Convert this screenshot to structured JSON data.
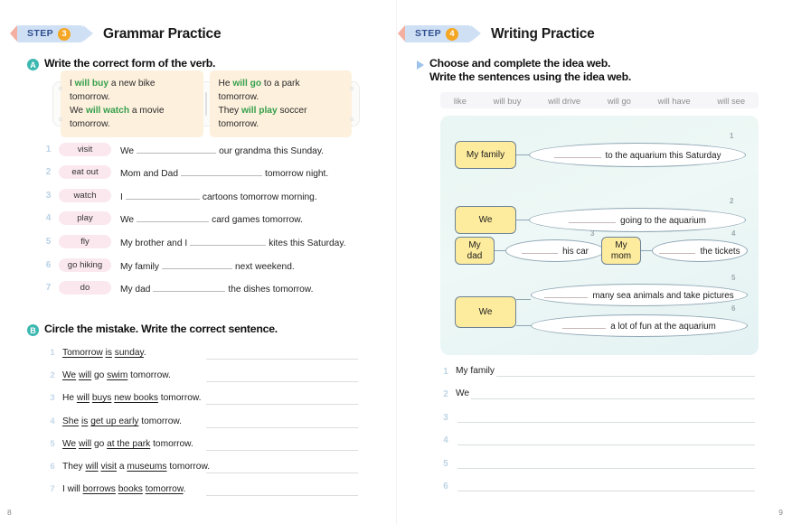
{
  "left_page": {
    "page_number": "8",
    "step": {
      "word": "STEP",
      "number": "3",
      "title": "Grammar Practice"
    },
    "section_a": {
      "marker": "A",
      "heading": "Write the correct form of the verb.",
      "example_box": {
        "left_lines": [
          {
            "pre": "I ",
            "verb": "will buy",
            "post": " a new bike tomorrow."
          },
          {
            "pre": "We ",
            "verb": "will watch",
            "post": " a movie tomorrow."
          }
        ],
        "right_lines": [
          {
            "pre": "He ",
            "verb": "will go",
            "post": " to a park tomorrow."
          },
          {
            "pre": "They ",
            "verb": "will play",
            "post": " soccer tomorrow."
          }
        ]
      },
      "items": [
        {
          "num": "1",
          "chip": "visit",
          "pre": "We",
          "post": "our grandma this Sunday."
        },
        {
          "num": "2",
          "chip": "eat out",
          "pre": "Mom and Dad",
          "post": "tomorrow night."
        },
        {
          "num": "3",
          "chip": "watch",
          "pre": "I",
          "post": "cartoons tomorrow morning."
        },
        {
          "num": "4",
          "chip": "play",
          "pre": "We",
          "post": "card games tomorrow."
        },
        {
          "num": "5",
          "chip": "fly",
          "pre": "My brother and I",
          "post": "kites this Saturday."
        },
        {
          "num": "6",
          "chip": "go hiking",
          "pre": "My family",
          "post": "next weekend."
        },
        {
          "num": "7",
          "chip": "do",
          "pre": "My dad",
          "post": "the dishes tomorrow."
        }
      ]
    },
    "section_b": {
      "marker": "B",
      "heading": "Circle the mistake. Write the correct sentence.",
      "items": [
        {
          "num": "1",
          "parts": [
            {
              "t": "Tomorrow",
              "u": true
            },
            {
              "t": " ",
              "u": false
            },
            {
              "t": "is",
              "u": true
            },
            {
              "t": " ",
              "u": false
            },
            {
              "t": "sunday",
              "u": true
            },
            {
              "t": ".",
              "u": false
            }
          ]
        },
        {
          "num": "2",
          "parts": [
            {
              "t": "We",
              "u": true
            },
            {
              "t": " ",
              "u": false
            },
            {
              "t": "will",
              "u": true
            },
            {
              "t": " go ",
              "u": false
            },
            {
              "t": "swim",
              "u": true
            },
            {
              "t": " tomorrow.",
              "u": false
            }
          ]
        },
        {
          "num": "3",
          "parts": [
            {
              "t": "He ",
              "u": false
            },
            {
              "t": "will",
              "u": true
            },
            {
              "t": " ",
              "u": false
            },
            {
              "t": "buys",
              "u": true
            },
            {
              "t": " ",
              "u": false
            },
            {
              "t": "new books",
              "u": true
            },
            {
              "t": " tomorrow.",
              "u": false
            }
          ]
        },
        {
          "num": "4",
          "parts": [
            {
              "t": "She",
              "u": true
            },
            {
              "t": " ",
              "u": false
            },
            {
              "t": "is",
              "u": true
            },
            {
              "t": " ",
              "u": false
            },
            {
              "t": "get up early",
              "u": true
            },
            {
              "t": " tomorrow.",
              "u": false
            }
          ]
        },
        {
          "num": "5",
          "parts": [
            {
              "t": "We",
              "u": true
            },
            {
              "t": " ",
              "u": false
            },
            {
              "t": "will",
              "u": true
            },
            {
              "t": " go ",
              "u": false
            },
            {
              "t": "at the park",
              "u": true
            },
            {
              "t": " tomorrow.",
              "u": false
            }
          ]
        },
        {
          "num": "6",
          "parts": [
            {
              "t": "They ",
              "u": false
            },
            {
              "t": "will",
              "u": true
            },
            {
              "t": " ",
              "u": false
            },
            {
              "t": "visit",
              "u": true
            },
            {
              "t": " a ",
              "u": false
            },
            {
              "t": "museums",
              "u": true
            },
            {
              "t": " tomorrow.",
              "u": false
            }
          ]
        },
        {
          "num": "7",
          "parts": [
            {
              "t": "I will ",
              "u": false
            },
            {
              "t": "borrows",
              "u": true
            },
            {
              "t": " ",
              "u": false
            },
            {
              "t": "books",
              "u": true
            },
            {
              "t": " ",
              "u": false
            },
            {
              "t": "tomorrow",
              "u": true
            },
            {
              "t": ".",
              "u": false
            }
          ]
        }
      ]
    }
  },
  "right_page": {
    "page_number": "9",
    "step": {
      "word": "STEP",
      "number": "4",
      "title": "Writing Practice"
    },
    "instructions": {
      "line1": "Choose and complete the idea web.",
      "line2": "Write the sentences using the idea web."
    },
    "word_bank": [
      "like",
      "will buy",
      "will drive",
      "will go",
      "will have",
      "will see"
    ],
    "idea_web": {
      "nodes": [
        {
          "id": "n1",
          "label": "My family"
        },
        {
          "id": "n2",
          "label": "We"
        },
        {
          "id": "n3",
          "label": "My\ndad"
        },
        {
          "id": "n4",
          "label": "My\nmom"
        },
        {
          "id": "n5",
          "label": "We"
        }
      ],
      "ovals": [
        {
          "num": "1",
          "text": "to the aquarium this Saturday"
        },
        {
          "num": "2",
          "text": "going to the aquarium"
        },
        {
          "num": "3",
          "text": "his car"
        },
        {
          "num": "4",
          "text": "the tickets"
        },
        {
          "num": "5",
          "text": "many sea animals and take pictures"
        },
        {
          "num": "6",
          "text": "a lot of fun at the aquarium"
        }
      ]
    },
    "writing_lines": [
      {
        "num": "1",
        "text": "My family"
      },
      {
        "num": "2",
        "text": "We"
      },
      {
        "num": "3",
        "text": ""
      },
      {
        "num": "4",
        "text": ""
      },
      {
        "num": "5",
        "text": ""
      },
      {
        "num": "6",
        "text": ""
      }
    ]
  },
  "colors": {
    "step_badge_bg": "#cfe0f5",
    "step_num_bg": "#f5a623",
    "marker_teal": "#3cb8b0",
    "chip_pink": "#fbe8ef",
    "example_bg": "#fdf0dd",
    "verb_green": "#35a04b",
    "node_yellow": "#fdeb9e",
    "web_bg": "#e9f6f3"
  }
}
